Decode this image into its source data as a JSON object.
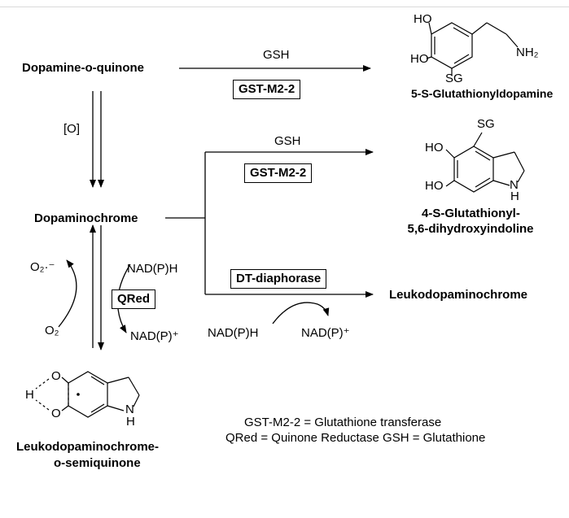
{
  "compounds": {
    "dopamine_o_quinone": "Dopamine-o-quinone",
    "glutathionyldopamine": "5-S-Glutathionyldopamine",
    "glutathionyl_indoline_line1": "4-S-Glutathionyl-",
    "glutathionyl_indoline_line2": "5,6-dihydroxyindoline",
    "dopaminochrome": "Dopaminochrome",
    "leukodopaminochrome": "Leukodopaminochrome",
    "semiquinone_line1": "Leukodopaminochrome-",
    "semiquinone_line2": "o-semiquinone"
  },
  "reagents": {
    "gsh_top": "GSH",
    "enzyme_top": "GST-M2-2",
    "oxidant": "[O]",
    "gsh_mid": "GSH",
    "enzyme_mid": "GST-M2-2",
    "dt_diaphorase": "DT-diaphorase",
    "nadph_dt": "NAD(P)H",
    "nadp_dt": "NAD(P)⁺",
    "superoxide": "O₂·⁻",
    "nadph_qred": "NAD(P)H",
    "qred": "QRed",
    "oxygen": "O₂",
    "nadp_qred": "NAD(P)⁺"
  },
  "structure_atoms": {
    "ho_1": "HO",
    "ho_2": "HO",
    "nh2": "NH₂",
    "sg_1": "SG",
    "sg_2": "SG",
    "ho_3": "HO",
    "ho_4": "HO",
    "nh_1": "N",
    "h_1": "H",
    "o_1": "O",
    "o_2": "O",
    "h_bridge": "H",
    "nh_2": "N",
    "h_2": "H"
  },
  "legend": {
    "line1": "GST-M2-2 = Glutathione transferase",
    "line2": "QRed = Quinone Reductase    GSH = Glutathione"
  }
}
